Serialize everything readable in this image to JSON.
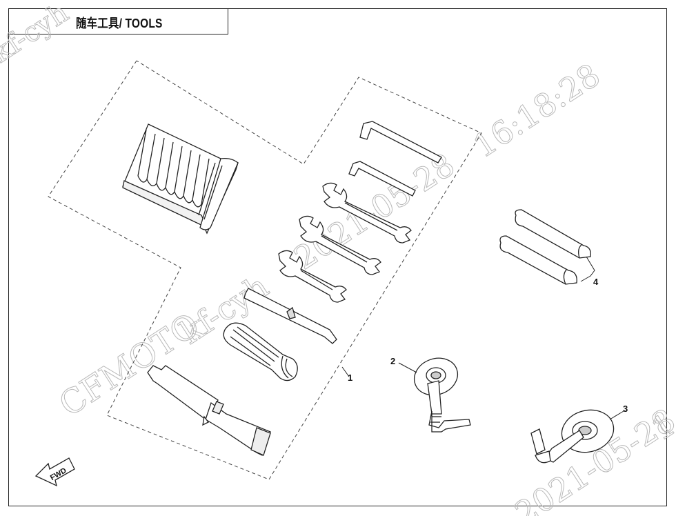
{
  "title": "随车工具/ TOOLS",
  "fwd_label": "FWD",
  "callouts": [
    "1",
    "2",
    "3",
    "4"
  ],
  "watermarks": {
    "user": "kf-cyh",
    "brand": "CFMOTO",
    "date": "2021-05-28",
    "time": "16:18:28"
  }
}
